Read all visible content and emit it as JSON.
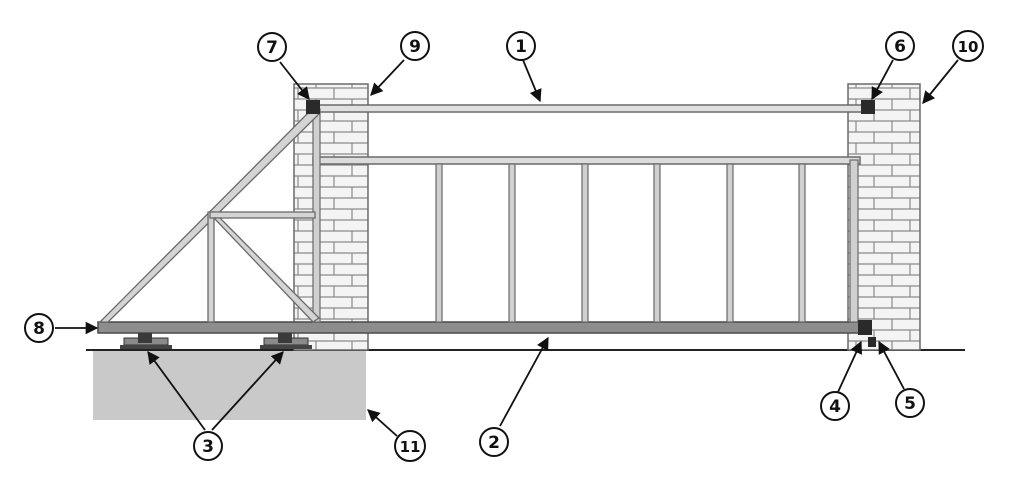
{
  "diagram": {
    "colors": {
      "line": "#3a3a3a",
      "rail": "#6f6f6f",
      "brick_fill": "#f4f4f4",
      "brick_line": "#8a8a8a",
      "foundation": "#c9c9c9",
      "background": "#ffffff"
    },
    "callouts": [
      {
        "id": "callout-1",
        "label": "1"
      },
      {
        "id": "callout-2",
        "label": "2"
      },
      {
        "id": "callout-3",
        "label": "3"
      },
      {
        "id": "callout-4",
        "label": "4"
      },
      {
        "id": "callout-5",
        "label": "5"
      },
      {
        "id": "callout-6",
        "label": "6"
      },
      {
        "id": "callout-7",
        "label": "7"
      },
      {
        "id": "callout-8",
        "label": "8"
      },
      {
        "id": "callout-9",
        "label": "9"
      },
      {
        "id": "callout-10",
        "label": "10"
      },
      {
        "id": "callout-11",
        "label": "11"
      }
    ]
  }
}
